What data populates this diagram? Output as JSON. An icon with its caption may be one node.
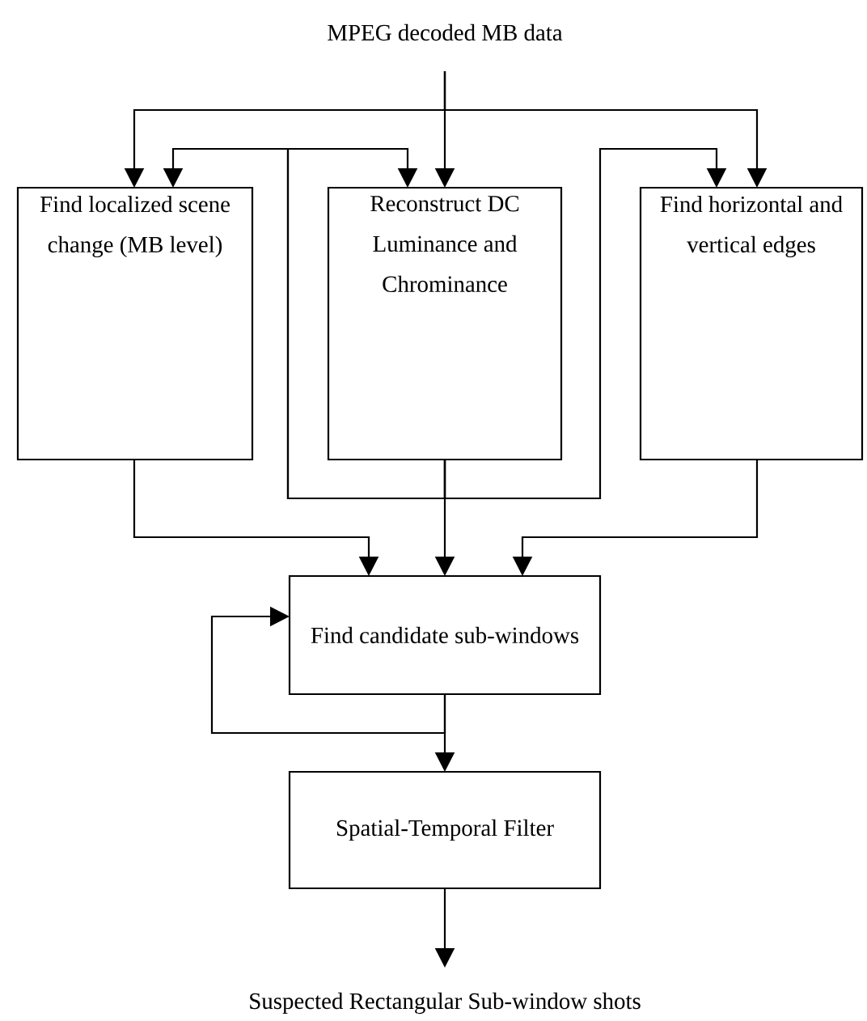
{
  "diagram": {
    "nodes": [
      {
        "text": [
          "MPEG decoded MB data"
        ]
      },
      {
        "text": [
          "Find localized scene change (MB level)"
        ]
      },
      {
        "text": [
          "Reconstruct DC Luminance and Chrominance"
        ]
      },
      {
        "text": [
          "Find horizontal and vertical edges"
        ]
      },
      {
        "text": [
          "Find candidate sub-windows"
        ]
      },
      {
        "text": [
          "Spatial-Temporal Filter"
        ]
      },
      {
        "text": [
          "Suspected Rectangular Sub-window shots"
        ]
      }
    ],
    "edges": [
      {
        "from": 0,
        "to": 1,
        "arrow": "to"
      },
      {
        "from": 0,
        "to": 2,
        "arrow": "to"
      },
      {
        "from": 0,
        "to": 3,
        "arrow": "to"
      },
      {
        "from": 2,
        "to": 1,
        "arrow": "to"
      },
      {
        "from": 2,
        "to": 2,
        "arrow": "to"
      },
      {
        "from": 2,
        "to": 3,
        "arrow": "to"
      },
      {
        "from": 1,
        "to": 4,
        "arrow": "to"
      },
      {
        "from": 2,
        "to": 4,
        "arrow": "to"
      },
      {
        "from": 3,
        "to": 4,
        "arrow": "to"
      },
      {
        "from": 4,
        "to": 4,
        "arrow": "to"
      },
      {
        "from": 4,
        "to": 5,
        "arrow": "to"
      },
      {
        "from": 5,
        "to": 6,
        "arrow": "to"
      }
    ]
  }
}
